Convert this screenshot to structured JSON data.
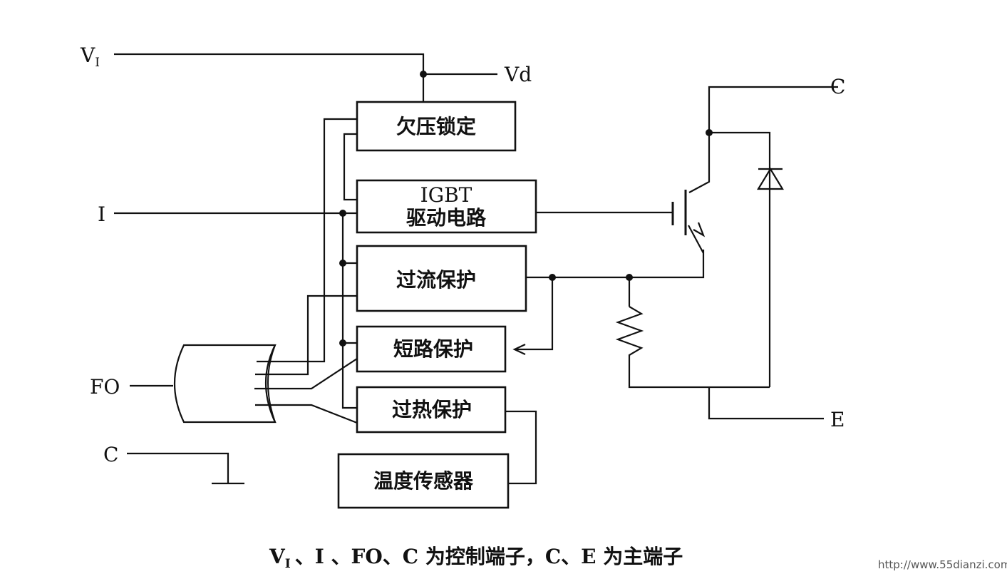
{
  "terminals": {
    "vi": "V",
    "vi_sub": "I",
    "vd": "Vd",
    "i": "I",
    "fo": "FO",
    "c_left": "C",
    "c_right": "C",
    "e_right": "E"
  },
  "blocks": {
    "undervoltage_lockout": "欠压锁定",
    "igbt_driver_line1": "IGBT",
    "igbt_driver_line2": "驱动电路",
    "overcurrent_protection": "过流保护",
    "short_circuit_protection": "短路保护",
    "overheat_protection": "过热保护",
    "temperature_sensor": "温度传感器"
  },
  "caption": {
    "v_letter": "V",
    "v_sub": "I",
    "rest": "、I 、FO、C 为控制端子，C、E 为主端子"
  },
  "watermark": "http://www.55dianzi.com"
}
